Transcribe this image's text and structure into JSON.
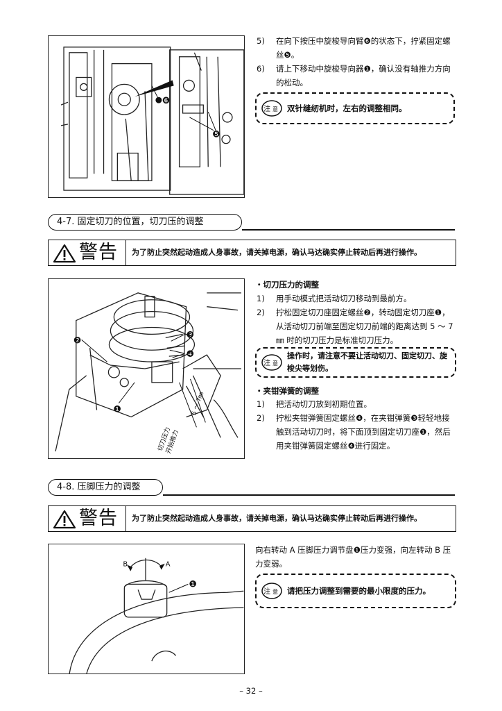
{
  "top": {
    "steps": [
      {
        "num": "5)",
        "text": "在向下按压中旋梭导向臂❻的状态下，拧紧固定螺丝❺。"
      },
      {
        "num": "6)",
        "text": "请上下移动中旋梭导向器❶，确认没有轴推力方向的松动。"
      }
    ],
    "caution": "双针缝纫机时，左右的调整相同。",
    "figure_callouts": [
      "❻",
      "❺"
    ]
  },
  "section_4_7": {
    "title": "4-7. 固定切刀的位置，切刀压的调整",
    "warning_word": "警告",
    "warning_text": "为了防止突然起动造成人身事故，请关掉电源，确认马达确实停止转动后再进行操作。",
    "subsections": [
      {
        "heading": "・切刀压力的调整",
        "steps": [
          {
            "num": "1)",
            "text": "用手动模式把活动切刀移动到最前方。"
          },
          {
            "num": "2)",
            "text": "拧松固定切刀座固定螺丝❷，转动固定切刀座❶，从活动切刀前端至固定切刀前端的距离达到 5 ～ 7㎜ 时的切刀压力是标准切刀压力。"
          }
        ]
      },
      {
        "heading": "・夹钳弹簧的调整",
        "steps": [
          {
            "num": "1)",
            "text": "把活动切刀放到初期位置。"
          },
          {
            "num": "2)",
            "text": "拧松夹钳弹簧固定螺丝❹，在夹钳弹簧❸轻轻地接触到活动切刀时，将下面顶到固定切刀座❶，然后用夹钳弹簧固定螺丝❹进行固定。"
          }
        ]
      }
    ],
    "caution": "操作时，请注意不要让活动切刀、固定切刀、旋梭尖等划伤。",
    "figure_callouts": [
      "❷",
      "❸",
      "❹",
      "❶"
    ],
    "figure_dimension": "5 ～ 7㎜",
    "figure_label_line1": "切刀压力",
    "figure_label_line2": "开始推力"
  },
  "section_4_8": {
    "title": "4-8. 压脚压力的调整",
    "warning_word": "警告",
    "warning_text": "为了防止突然起动造成人身事故，请关掉电源，确认马达确实停止转动后再进行操作。",
    "body": "向右转动 A 压脚压力调节盘❶压力变强，向左转动 B 压力变弱。",
    "caution": "请把压力调整到需要的最小限度的压力。",
    "figure_label_b": "B",
    "figure_label_a": "A",
    "figure_callout": "❶"
  },
  "caution_icon_chars": [
    "注",
    "意"
  ],
  "page_number": "– 32 –"
}
